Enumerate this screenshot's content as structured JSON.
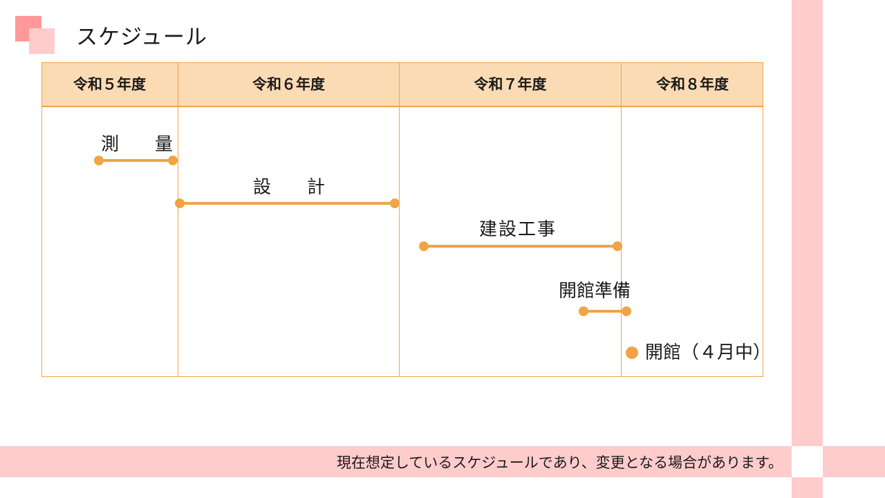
{
  "slide": {
    "title": "スケジュール",
    "footer_note": "現在想定しているスケジュールであり、変更となる場合があります。"
  },
  "timeline": {
    "columns": [
      "令和５年度",
      "令和６年度",
      "令和７年度",
      "令和８年度"
    ],
    "tasks": [
      {
        "label": "測　　量"
      },
      {
        "label": "設　　計"
      },
      {
        "label": "建設工事"
      },
      {
        "label": "開館準備"
      }
    ],
    "milestone": {
      "label": "開館（４月中）"
    }
  },
  "colors": {
    "accent_orange": "#f0a446",
    "header_fill": "#fbdbb4",
    "stripe_pink": "#ffcccc",
    "square_pink": "#ff9999"
  }
}
